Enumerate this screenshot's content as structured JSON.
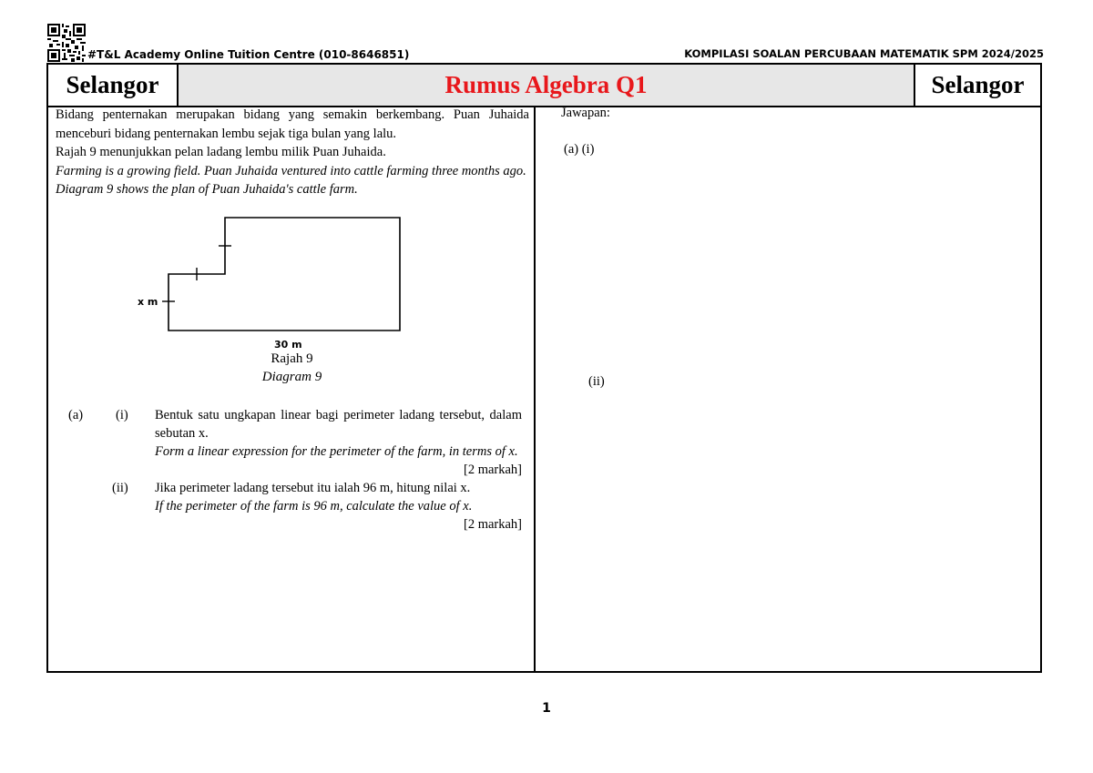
{
  "header": {
    "academy": "#T&L Academy Online Tuition Centre (010-8646851)",
    "compilation": "KOMPILASI SOALAN PERCUBAAN MATEMATIK SPM 2024/2025"
  },
  "title_bar": {
    "state_left": "Selangor",
    "topic": "Rumus Algebra Q1",
    "state_right": "Selangor",
    "topic_color": "#e8171b",
    "bar_bg": "#e7e7e7"
  },
  "question": {
    "intro_ms_1": "Bidang penternakan merupakan bidang yang semakin berkembang. Puan Juhaida menceburi bidang penternakan lembu sejak tiga bulan yang lalu.",
    "intro_ms_2": "Rajah 9 menunjukkan pelan ladang lembu milik Puan Juhaida.",
    "intro_en_1": "Farming is a growing field. Puan Juhaida ventured into cattle farming three months ago.",
    "intro_en_2": "Diagram 9 shows the plan of Puan Juhaida's cattle farm.",
    "diagram": {
      "side_label": "x m",
      "base_label": "30 m",
      "caption_ms": "Rajah 9",
      "caption_en": "Diagram 9"
    },
    "part_a_label": "(a)",
    "sub_i": {
      "label": "(i)",
      "text_ms": "Bentuk satu ungkapan linear bagi perimeter ladang tersebut, dalam sebutan x.",
      "text_en": "Form a linear expression for the perimeter of the farm, in terms of x.",
      "marks": "[2 markah]"
    },
    "sub_ii": {
      "label": "(ii)",
      "text_ms": "Jika perimeter ladang tersebut itu ialah 96 m, hitung nilai x.",
      "text_en": "If the perimeter of the farm is 96 m, calculate the value of x.",
      "marks": "[2 markah]"
    }
  },
  "answer": {
    "heading": "Jawapan:",
    "part_a_i": "(a) (i)",
    "part_ii": "(ii)"
  },
  "page_number": "1"
}
